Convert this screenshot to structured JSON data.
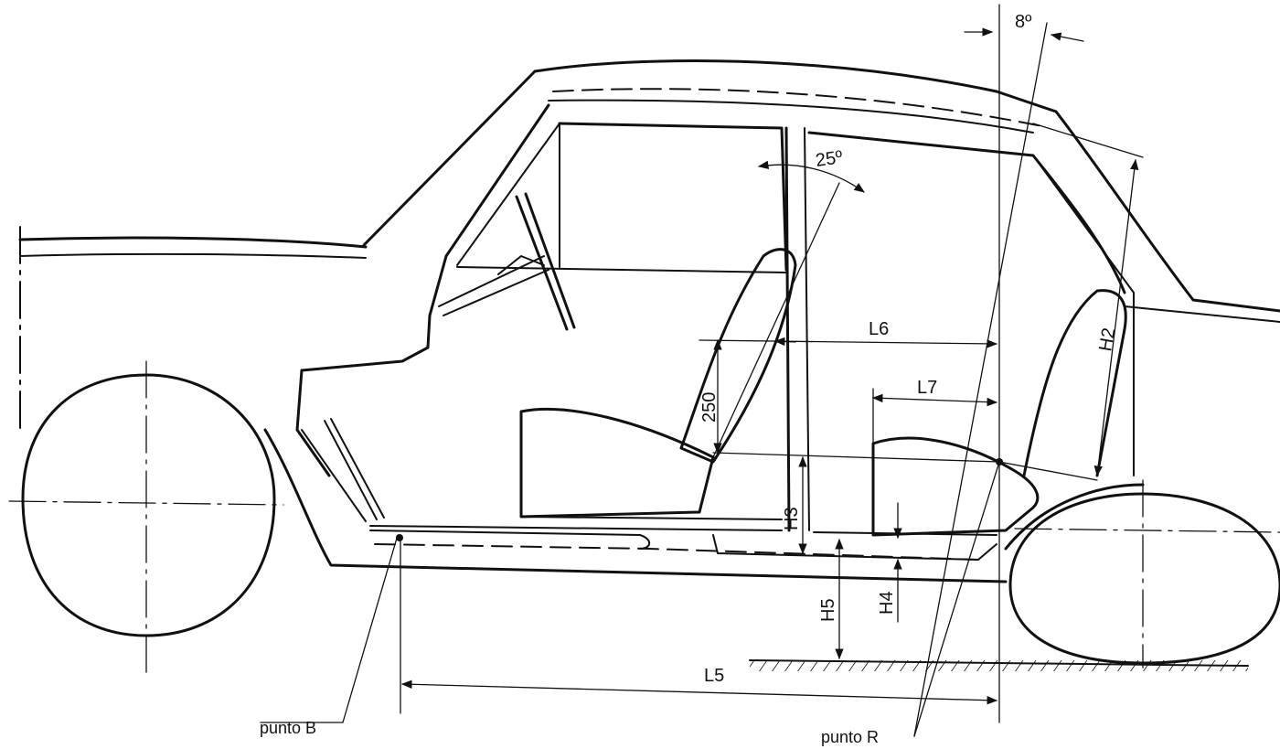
{
  "labels": {
    "angle_roof": "8º",
    "angle_seat": "25º",
    "dim_l6": "L6",
    "dim_l7": "L7",
    "dim_l5": "L5",
    "dim_250": "250",
    "dim_h2": "H2",
    "dim_h3": "H3",
    "dim_h4": "H4",
    "dim_h5": "H5",
    "point_b": "punto B",
    "point_r": "punto R"
  },
  "colors": {
    "ink": "#111111",
    "paper": "#ffffff"
  }
}
